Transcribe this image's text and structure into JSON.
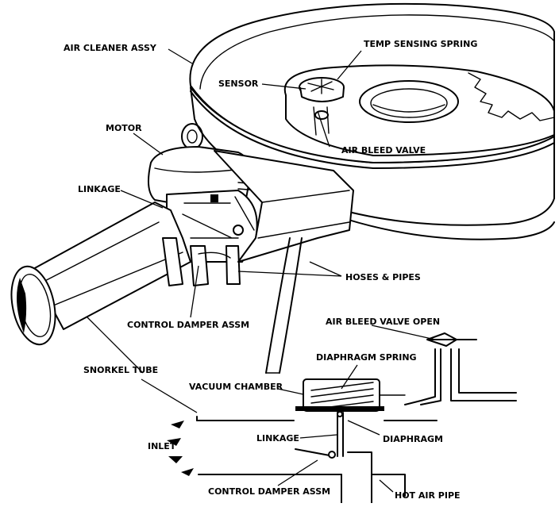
{
  "labels": {
    "air_cleaner_assy": "AIR CLEANER ASSY",
    "temp_sensing_spring": "TEMP SENSING SPRING",
    "sensor": "SENSOR",
    "motor": "MOTOR",
    "air_bleed_valve": "AIR BLEED VALVE",
    "linkage_top": "LINKAGE",
    "hoses_pipes": "HOSES & PIPES",
    "control_damper_top": "CONTROL DAMPER ASSM",
    "air_bleed_valve_open": "AIR BLEED VALVE OPEN",
    "snorkel_tube": "SNORKEL TUBE",
    "diaphragm_spring": "DIAPHRAGM SPRING",
    "vacuum_chamber": "VACUUM CHAMBER",
    "linkage_bottom": "LINKAGE",
    "diaphragm": "DIAPHRAGM",
    "inlet": "INLET",
    "control_damper_bottom": "CONTROL DAMPER ASSM",
    "hot_air_pipe": "HOT AIR PIPE"
  }
}
